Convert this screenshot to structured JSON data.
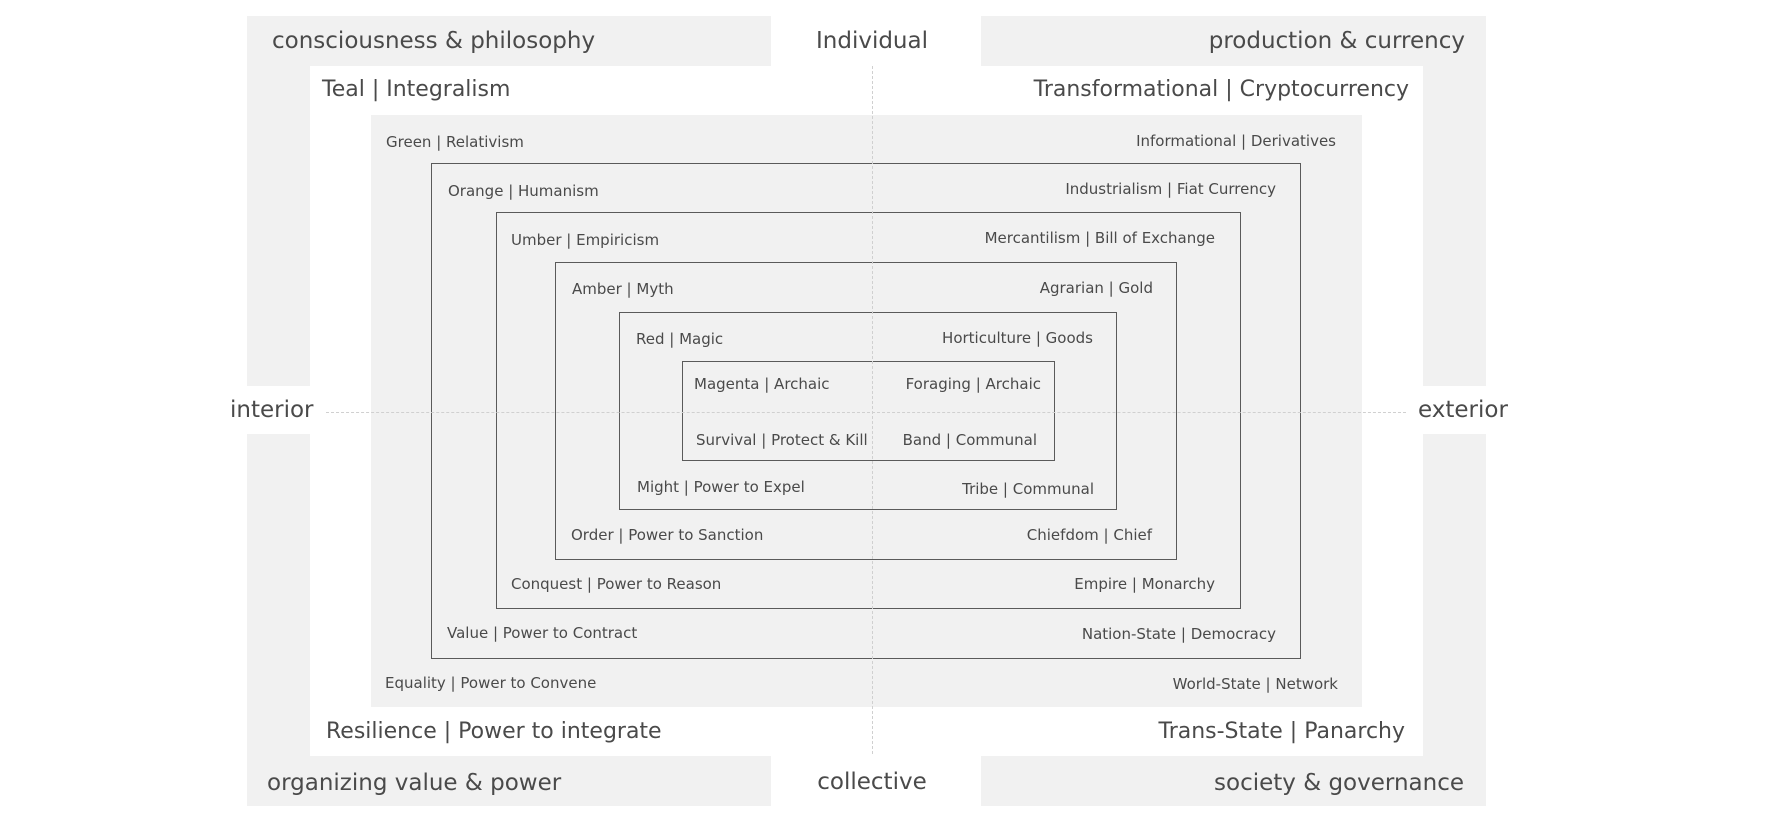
{
  "corners": {
    "top_left": "consciousness & philosophy",
    "top_right": "production & currency",
    "bottom_left": "organizing value & power",
    "bottom_right": "society & governance"
  },
  "axes": {
    "top": "Individual",
    "bottom": "collective",
    "left": "interior",
    "right": "exterior"
  },
  "levels": [
    {
      "top_left": "Teal | Integralism",
      "top_right": "Transformational | Cryptocurrency",
      "bottom_left": "Resilience | Power to integrate",
      "bottom_right": "Trans-State | Panarchy"
    },
    {
      "top_left": "Green | Relativism",
      "top_right": "Informational | Derivatives",
      "bottom_left": "Equality | Power to Convene",
      "bottom_right": "World-State | Network"
    },
    {
      "top_left": "Orange | Humanism",
      "top_right": "Industrialism | Fiat Currency",
      "bottom_left": "Value | Power to Contract",
      "bottom_right": "Nation-State | Democracy"
    },
    {
      "top_left": "Umber | Empiricism",
      "top_right": "Mercantilism | Bill of Exchange",
      "bottom_left": "Conquest | Power to Reason",
      "bottom_right": "Empire | Monarchy"
    },
    {
      "top_left": "Amber | Myth",
      "top_right": "Agrarian | Gold",
      "bottom_left": "Order | Power to Sanction",
      "bottom_right": "Chiefdom | Chief"
    },
    {
      "top_left": "Red | Magic",
      "top_right": "Horticulture | Goods",
      "bottom_left": "Might | Power to Expel",
      "bottom_right": "Tribe | Communal"
    },
    {
      "top_left": "Magenta | Archaic",
      "top_right": "Foraging | Archaic",
      "bottom_left": "Survival | Protect & Kill",
      "bottom_right": "Band | Communal"
    }
  ]
}
